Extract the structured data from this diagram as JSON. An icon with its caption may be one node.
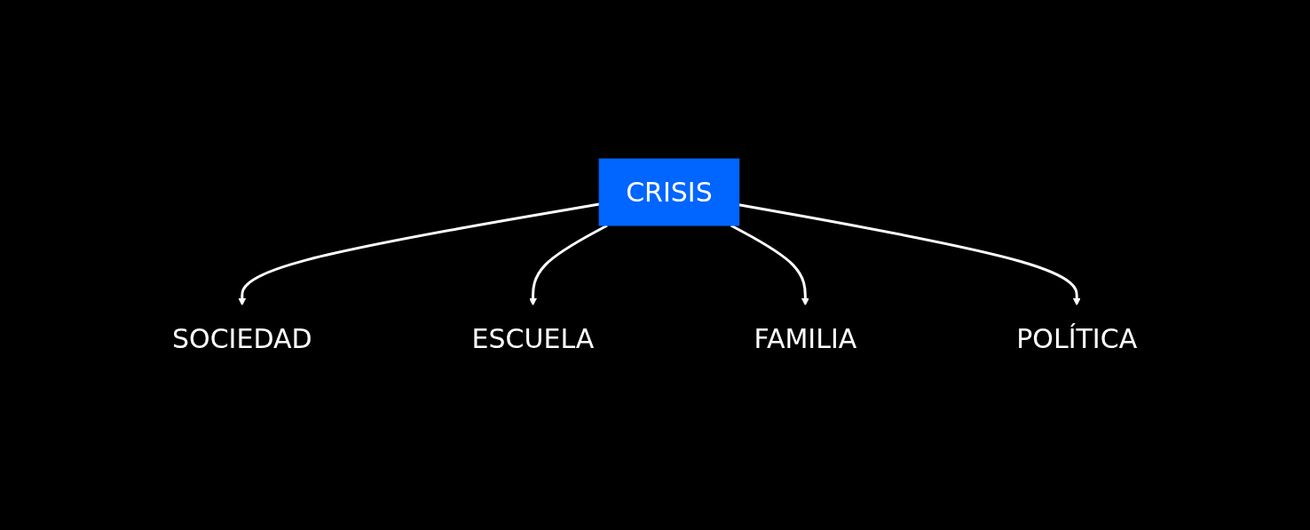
{
  "diagram": {
    "nodes": [
      {
        "text": [
          "SOCIEDAD"
        ]
      },
      {
        "text": [
          "ESCUELA"
        ]
      },
      {
        "text": [
          "CRISIS"
        ]
      },
      {
        "text": [
          "FAMILIA"
        ]
      },
      {
        "text": [
          "POLÍTICA"
        ]
      }
    ],
    "edges": [
      {
        "from": 2,
        "to": 0,
        "arrow": "to"
      },
      {
        "from": 2,
        "to": 1,
        "arrow": "to"
      },
      {
        "from": 2,
        "to": 3,
        "arrow": "to"
      },
      {
        "from": 2,
        "to": 4,
        "arrow": "to"
      }
    ]
  }
}
